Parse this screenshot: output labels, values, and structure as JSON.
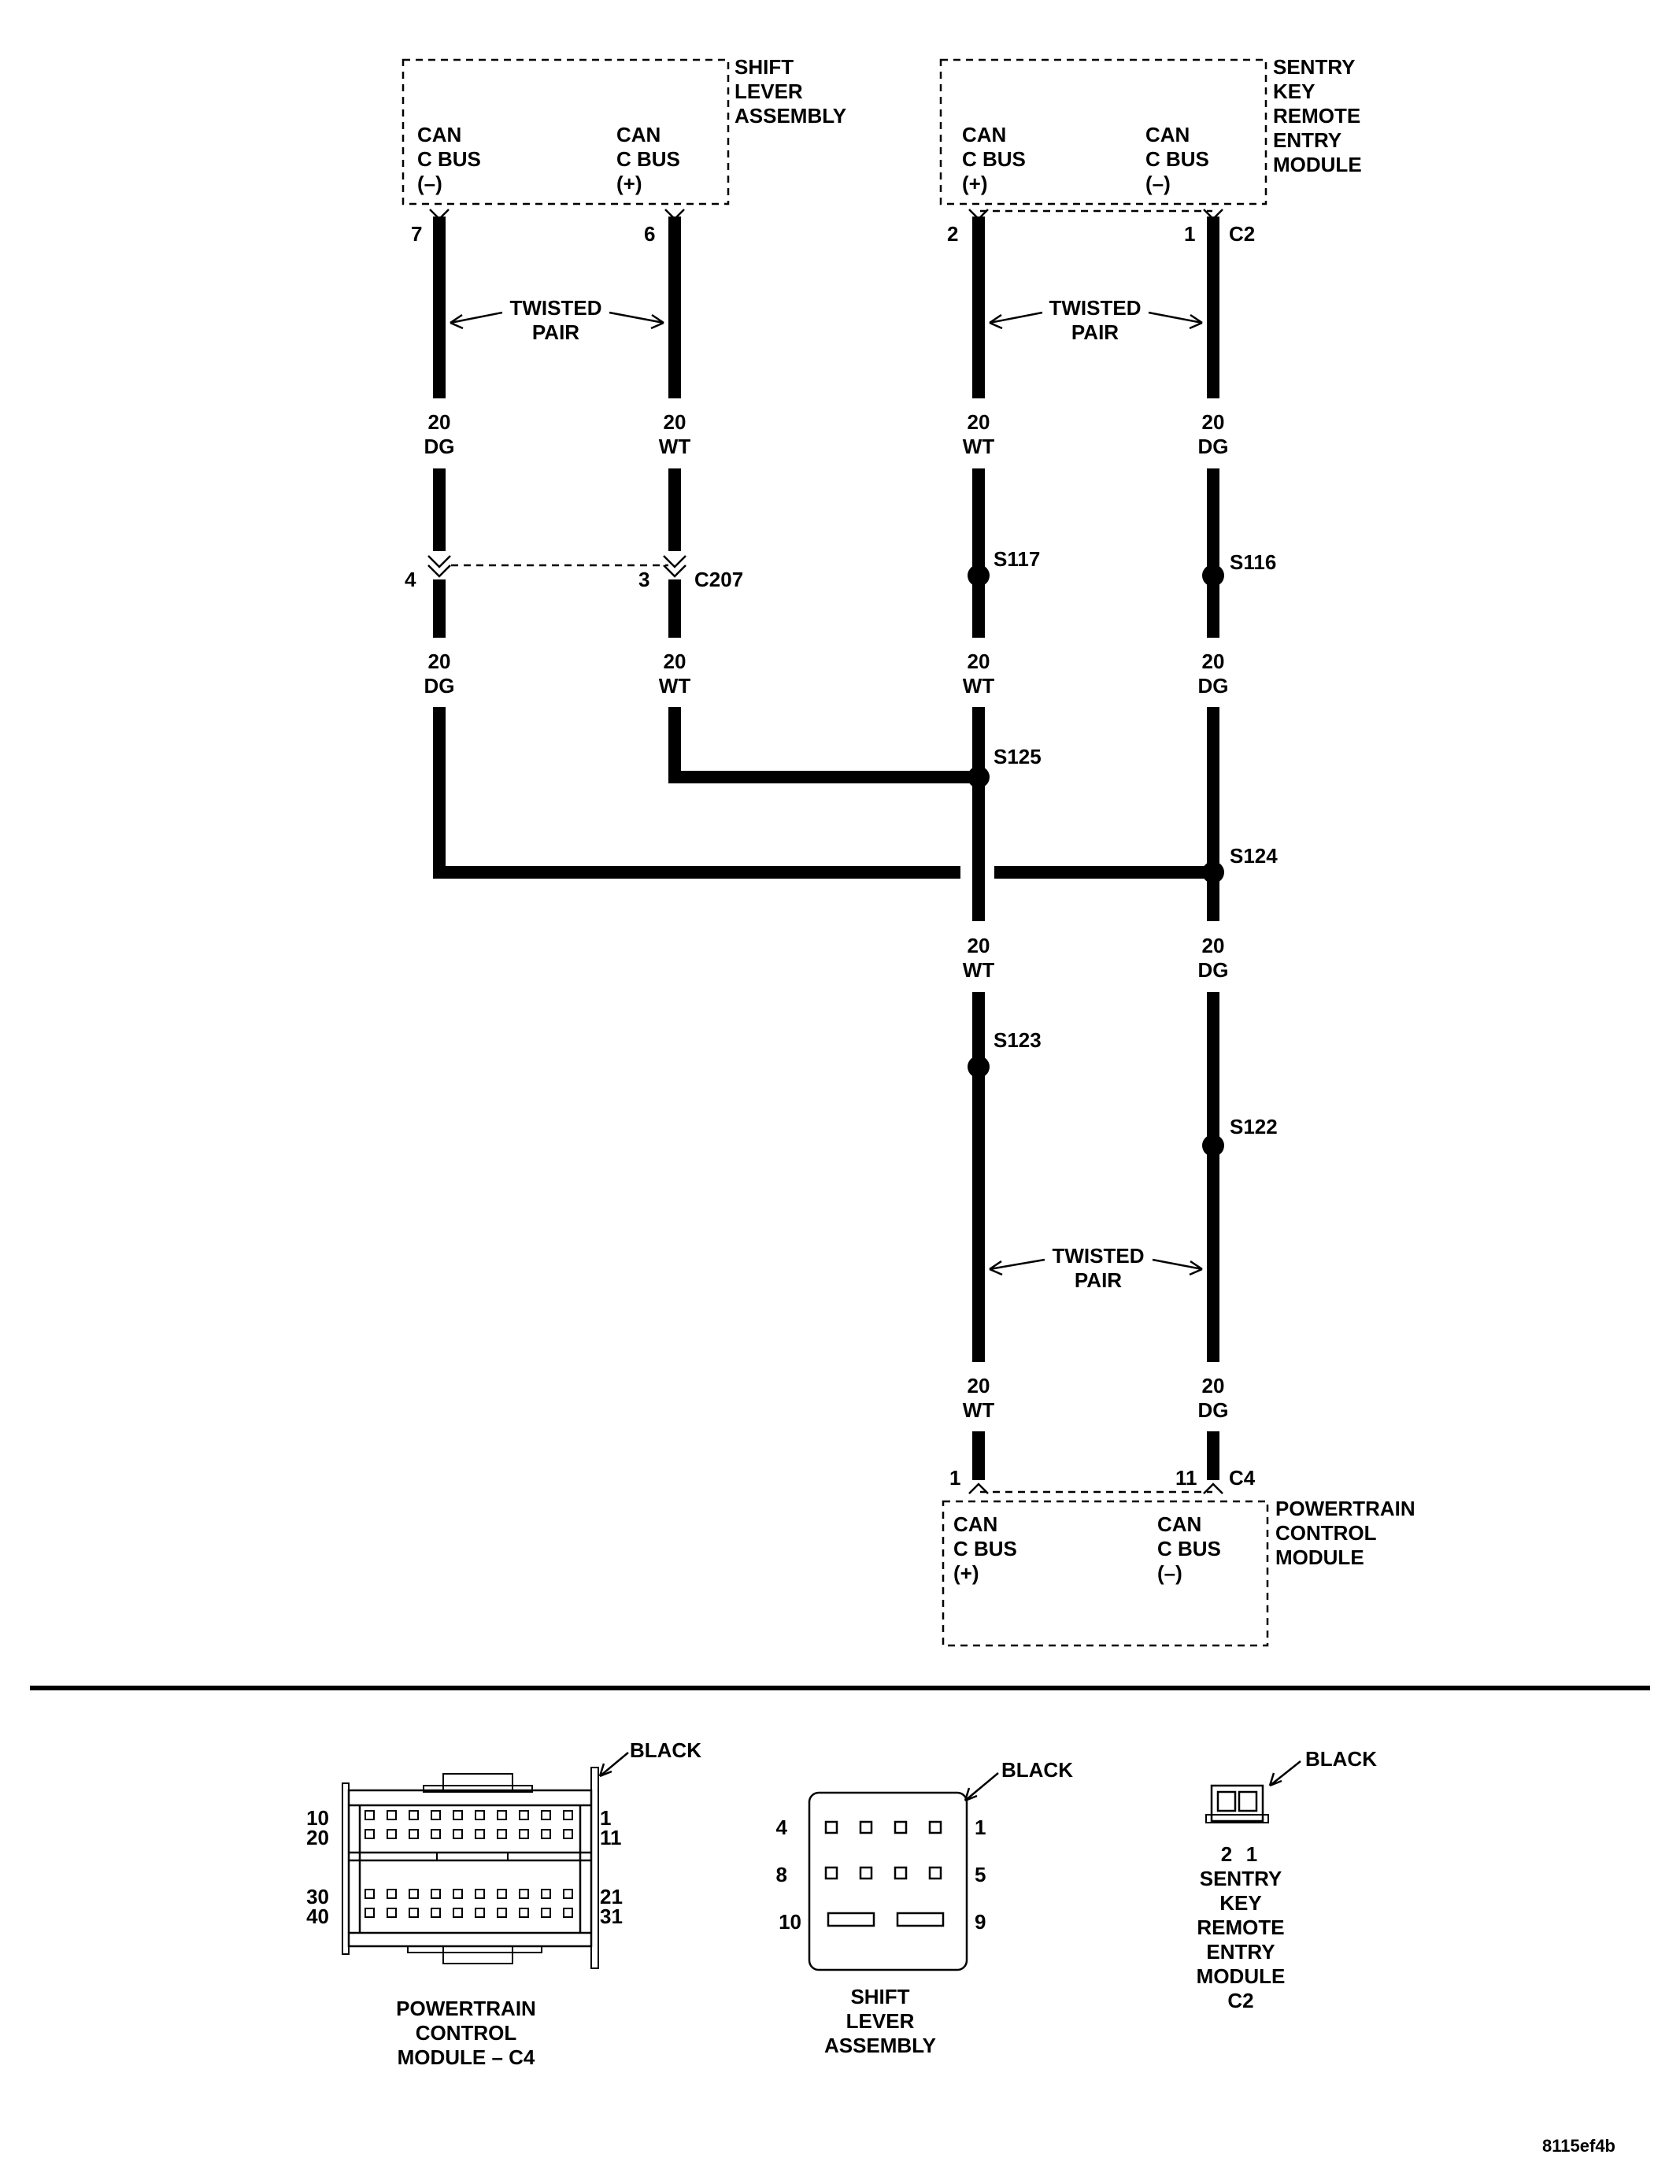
{
  "modules": {
    "shift_lever": {
      "title": [
        "SHIFT",
        "LEVER",
        "ASSEMBLY"
      ],
      "pins": [
        {
          "lines": [
            "CAN",
            "C BUS",
            "(–)"
          ],
          "pin": "7"
        },
        {
          "lines": [
            "CAN",
            "C BUS",
            "(+)"
          ],
          "pin": "6"
        }
      ]
    },
    "skrem": {
      "title": [
        "SENTRY",
        "KEY",
        "REMOTE",
        "ENTRY",
        "MODULE"
      ],
      "connector": "C2",
      "pins": [
        {
          "lines": [
            "CAN",
            "C BUS",
            "(+)"
          ],
          "pin": "2"
        },
        {
          "lines": [
            "CAN",
            "C BUS",
            "(–)"
          ],
          "pin": "1"
        }
      ]
    },
    "pcm": {
      "title": [
        "POWERTRAIN",
        "CONTROL",
        "MODULE"
      ],
      "connector": "C4",
      "pins": [
        {
          "lines": [
            "CAN",
            "C BUS",
            "(+)"
          ],
          "pin": "1"
        },
        {
          "lines": [
            "CAN",
            "C BUS",
            "(–)"
          ],
          "pin": "11"
        }
      ]
    }
  },
  "twisted_pair": [
    "TWISTED",
    "PAIR"
  ],
  "inline_connector": {
    "name": "C207",
    "pin_left": "4",
    "pin_right": "3"
  },
  "splices": {
    "s117": "S117",
    "s116": "S116",
    "s125": "S125",
    "s124": "S124",
    "s123": "S123",
    "s122": "S122"
  },
  "wire_labels": {
    "dg": [
      "20",
      "DG"
    ],
    "wt": [
      "20",
      "WT"
    ]
  },
  "connector_views": {
    "pcm": {
      "color": "BLACK",
      "pin_labels": {
        "r1_left": "10",
        "r1_right": "1",
        "r2_left": "20",
        "r2_right": "11",
        "r3_left": "30",
        "r3_right": "21",
        "r4_left": "40",
        "r4_right": "31"
      },
      "caption": [
        "POWERTRAIN",
        "CONTROL",
        "MODULE – C4"
      ]
    },
    "shift": {
      "color": "BLACK",
      "pin_labels": {
        "r1_left": "4",
        "r1_right": "1",
        "r2_left": "8",
        "r2_right": "5",
        "r3_left": "10",
        "r3_right": "9"
      },
      "caption": [
        "SHIFT",
        "LEVER",
        "ASSEMBLY"
      ]
    },
    "skrem": {
      "color": "BLACK",
      "pin_labels": {
        "left": "2",
        "right": "1"
      },
      "caption": [
        "SENTRY",
        "KEY",
        "REMOTE",
        "ENTRY",
        "MODULE",
        "C2"
      ]
    }
  },
  "figure_id": "8115ef4b"
}
